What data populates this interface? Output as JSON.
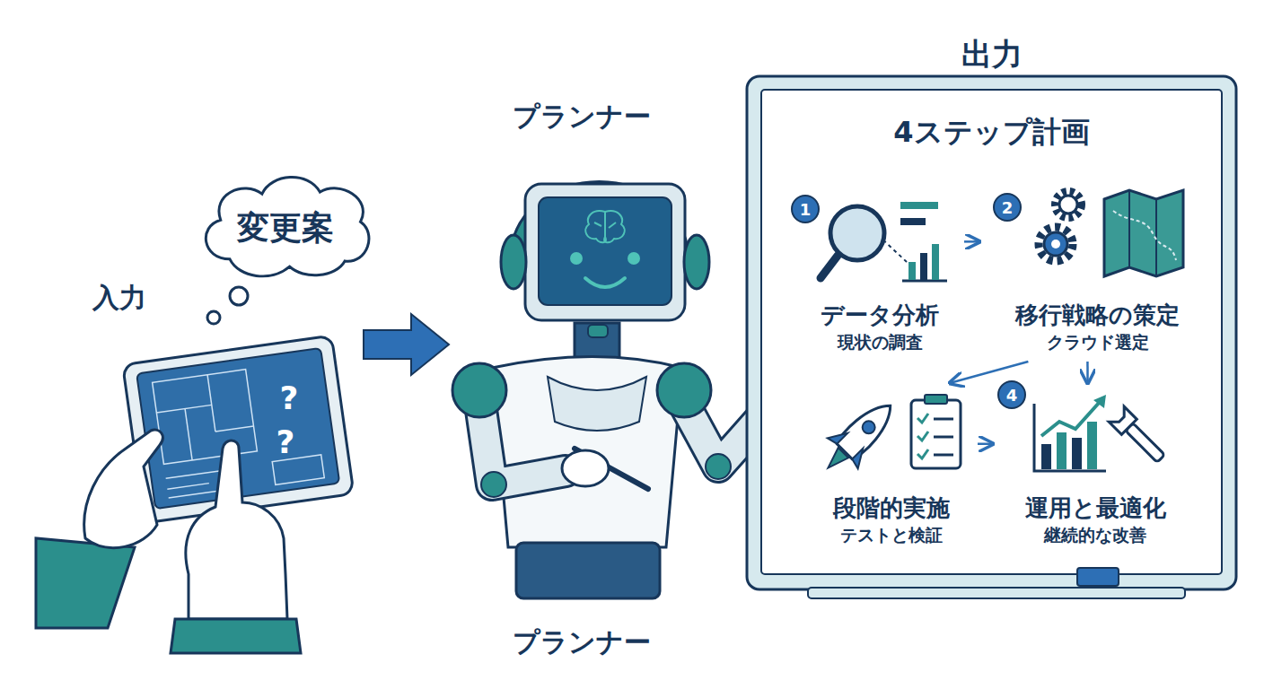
{
  "diagram": {
    "nodes": [
      {
        "text": [
          "変更案"
        ]
      },
      {
        "text": [
          "出力",
          "4ステップ計画"
        ]
      },
      {
        "text": [
          "データ分析",
          "現状の調査"
        ],
        "in": 1
      },
      {
        "text": [
          "移行戦略の策定",
          "クラウド選定"
        ],
        "in": 1
      },
      {
        "text": [
          "段階的実施",
          "テストと検証"
        ],
        "in": 1
      },
      {
        "text": [
          "運用と最適化",
          "継続的な改善"
        ],
        "in": 1
      }
    ],
    "edges": [
      {
        "from": 2,
        "to": 3,
        "arrow": "to"
      },
      {
        "from": 3,
        "to": 4,
        "arrow": "to"
      },
      {
        "from": 3,
        "to": 5,
        "arrow": "to"
      },
      {
        "from": 4,
        "to": 5,
        "arrow": "to"
      }
    ],
    "labels": [
      "入力",
      "プランナー",
      "プランナー",
      "?",
      "?",
      "1",
      "2",
      "4"
    ]
  }
}
